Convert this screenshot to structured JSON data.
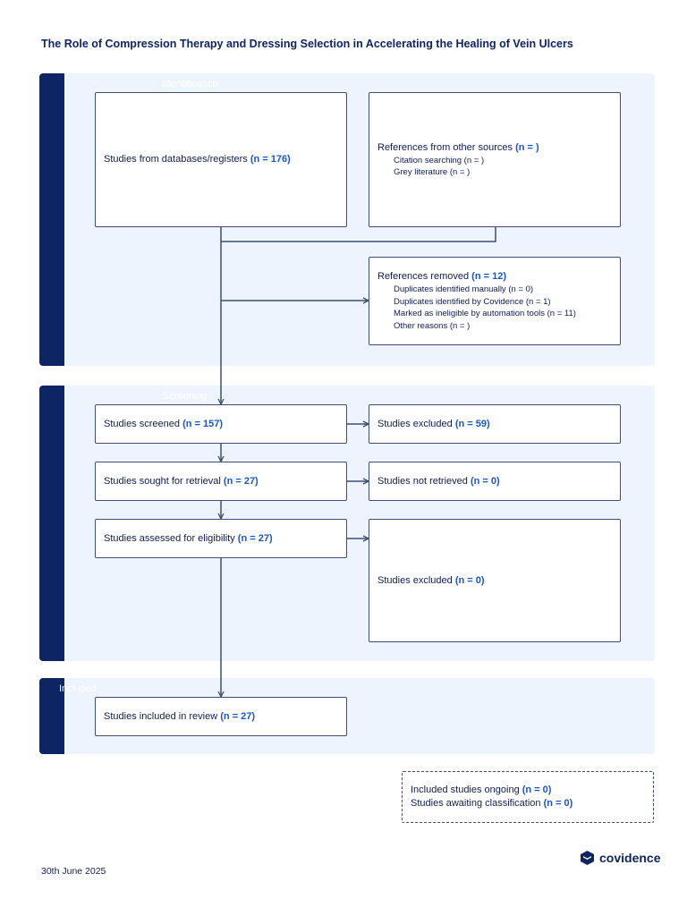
{
  "title": "The Role of Compression Therapy and Dressing Selection in Accelerating the Healing of Vein Ulcers",
  "phases": {
    "identification": "Identification",
    "screening": "Screening",
    "included": "Included"
  },
  "identification": {
    "databases": {
      "label": "Studies from databases/registers ",
      "n": "(n = 176)"
    },
    "other_sources": {
      "label": "References from other sources ",
      "n": "(n = )",
      "items": [
        "Citation searching (n = )",
        "Grey literature (n = )"
      ]
    },
    "removed": {
      "label": "References removed ",
      "n": "(n = 12)",
      "items": [
        "Duplicates identified manually (n = 0)",
        "Duplicates identified by Covidence (n = 1)",
        "Marked as ineligible by automation tools (n = 11)",
        "Other reasons (n = )"
      ]
    }
  },
  "screening": {
    "screened": {
      "label": "Studies screened ",
      "n": "(n = 157)"
    },
    "excluded": {
      "label": "Studies excluded ",
      "n": "(n = 59)"
    },
    "retrieval": {
      "label": "Studies sought for retrieval ",
      "n": "(n = 27)"
    },
    "not_retrieved": {
      "label": "Studies not retrieved ",
      "n": "(n = 0)"
    },
    "eligibility": {
      "label": "Studies assessed for eligibility ",
      "n": "(n = 27)"
    },
    "elig_excluded": {
      "label": "Studies excluded ",
      "n": "(n = 0)"
    }
  },
  "included": {
    "review": {
      "label": "Studies included in review ",
      "n": "(n = 27)"
    }
  },
  "extra": {
    "ongoing": {
      "label": "Included studies ongoing ",
      "n": "(n = 0)"
    },
    "awaiting": {
      "label": "Studies awaiting classification ",
      "n": "(n = 0)"
    }
  },
  "footer": {
    "date": "30th June 2025",
    "logo_text": "covidence",
    "logo_icon": "covidence-logo-icon"
  },
  "colors": {
    "navy": "#0e2563",
    "accent": "#1a55c8",
    "phase_bg": "#eef4fd",
    "border": "#3d4f6e"
  }
}
